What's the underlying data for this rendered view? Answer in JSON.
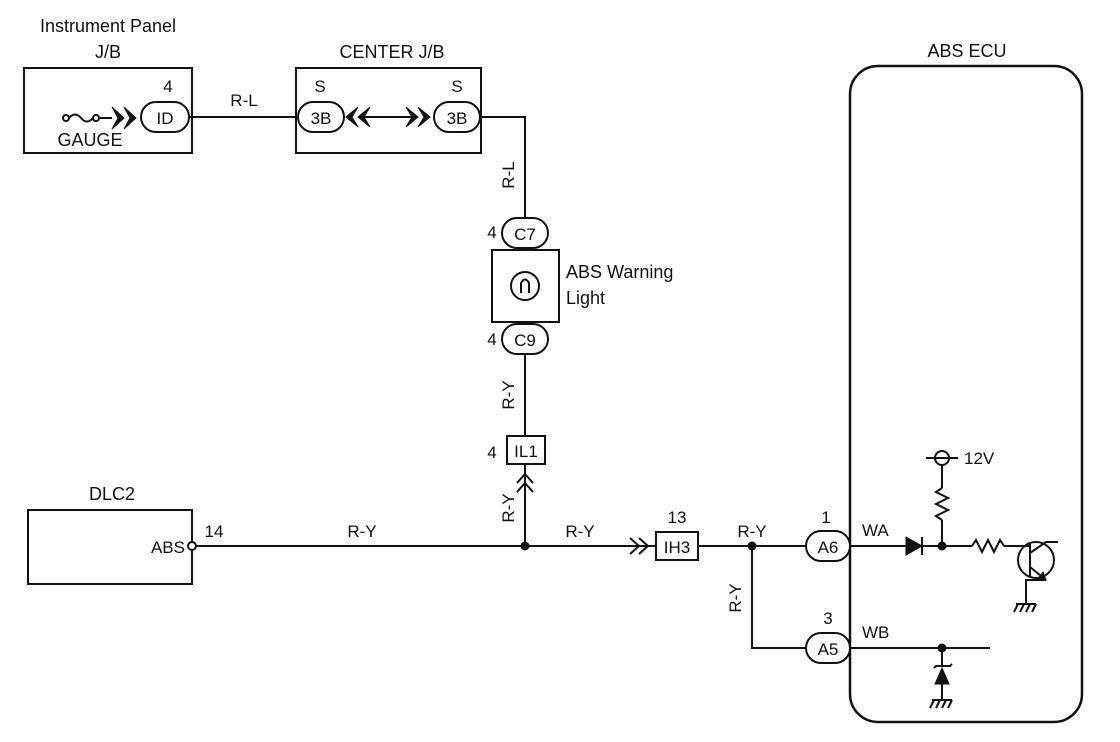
{
  "instrument_panel": {
    "title_line1": "Instrument Panel",
    "title_line2": "J/B",
    "pin": "4",
    "connector": "ID",
    "fuse_label": "GAUGE"
  },
  "center_jb": {
    "title": "CENTER J/B",
    "left_tag": "S",
    "right_tag": "S",
    "left_connector": "3B",
    "right_connector": "3B"
  },
  "wire_labels": {
    "ip_to_center": "R-L",
    "center_down": "R-L",
    "c9_to_il1": "R-Y",
    "il1_splice": "R-Y",
    "dlc_to_splice": "R-Y",
    "splice_to_ih3": "R-Y",
    "ih3_to_a6": "R-Y",
    "branch_to_a5": "R-Y"
  },
  "warning_light": {
    "pin_top": "4",
    "connector_top": "C7",
    "label_line1": "ABS Warning",
    "label_line2": "Light",
    "pin_bottom": "4",
    "connector_bottom": "C9"
  },
  "il1": {
    "pin": "4",
    "connector": "IL1"
  },
  "dlc2": {
    "title": "DLC2",
    "terminal": "ABS",
    "pin": "14"
  },
  "ih3": {
    "pin": "13",
    "connector": "IH3"
  },
  "abs_ecu": {
    "title": "ABS ECU",
    "pin_wa": "1",
    "connector_wa": "A6",
    "signal_wa": "WA",
    "pin_wb": "3",
    "connector_wb": "A5",
    "signal_wb": "WB",
    "supply": "12V"
  }
}
